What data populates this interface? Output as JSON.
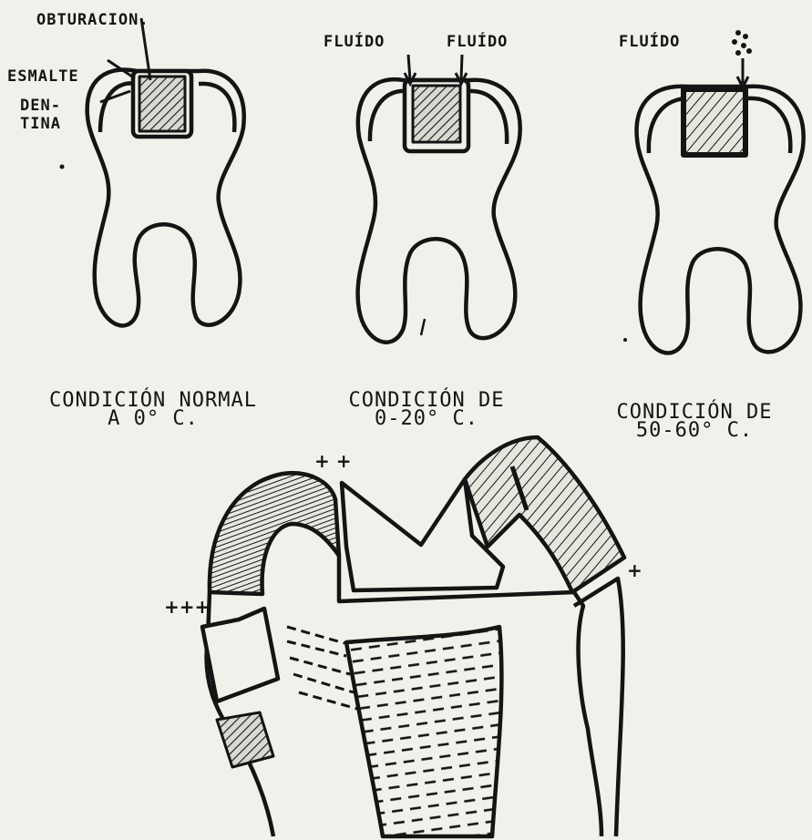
{
  "labels": {
    "obturacion": "OBTURACION.",
    "esmalte": "ESMALTE",
    "dentina_1": "DEN-",
    "dentina_2": "TINA",
    "fluido_left": "FLUÍDO",
    "fluido_right": "FLUÍDO",
    "fluido_third": "FLUÍDO"
  },
  "captions": [
    {
      "line1": "CONDICIÓN NORMAL",
      "line2": "A 0° C."
    },
    {
      "line1": "CONDICIÓN DE",
      "line2": "0-20° C."
    },
    {
      "line1": "CONDICIÓN DE",
      "line2": "50-60° C."
    }
  ],
  "signs": {
    "plus_plus": "+ +",
    "plus_plus_plus": "+++",
    "plus": "+"
  },
  "colors": {
    "ink": "#141414",
    "paper": "#f1f1ec"
  }
}
